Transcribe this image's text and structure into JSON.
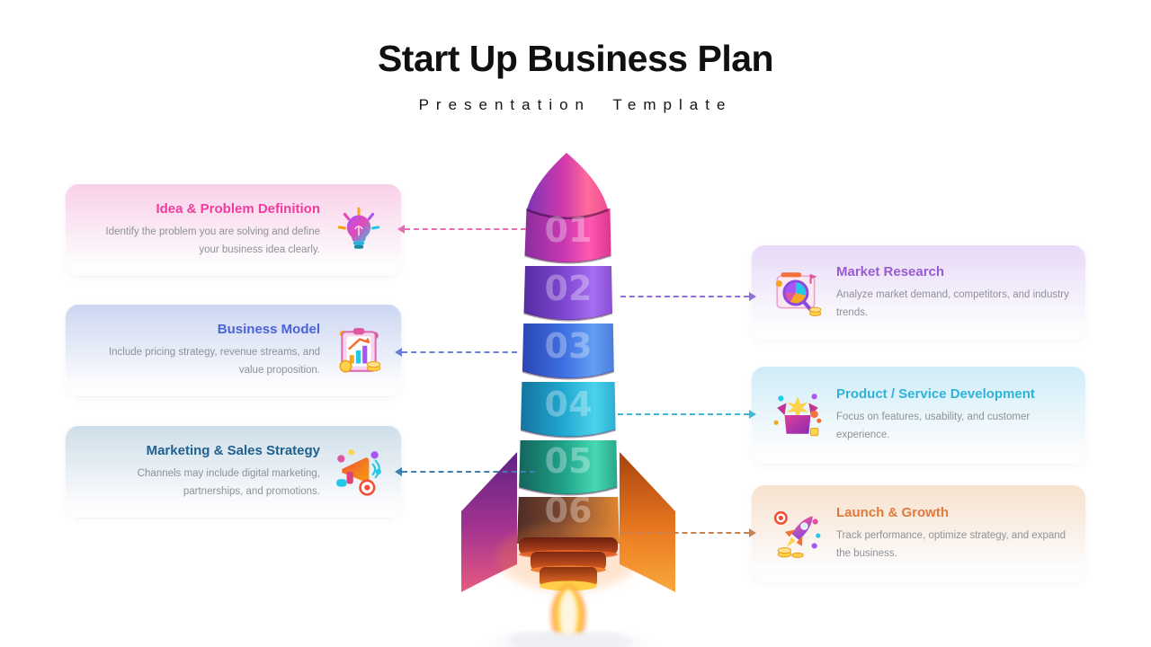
{
  "header": {
    "title": "Start Up Business Plan",
    "subtitle": "Presentation Template"
  },
  "left_cards": [
    {
      "step": "01",
      "title": "Idea & Problem Definition",
      "description": "Identify the problem you are solving and define your business idea clearly.",
      "accent": "#f03c9e",
      "bg_top": "#f9d0e9",
      "line_color": "#e86ab0",
      "icon": "lightbulb-icon"
    },
    {
      "step": "03",
      "title": "Business Model",
      "description": "Include pricing strategy, revenue streams, and value proposition.",
      "accent": "#4a63d8",
      "bg_top": "#ccd6f2",
      "line_color": "#6a7fd8",
      "icon": "clipboard-chart-icon"
    },
    {
      "step": "05",
      "title": "Marketing & Sales Strategy",
      "description": "Channels may include digital marketing, partnerships, and promotions.",
      "accent": "#20618f",
      "bg_top": "#cedee9",
      "line_color": "#3f7fae",
      "icon": "megaphone-icon"
    }
  ],
  "right_cards": [
    {
      "step": "02",
      "title": "Market Research",
      "description": "Analyze market demand, competitors, and industry trends.",
      "accent": "#9a5ad2",
      "bg_top": "#e7daf7",
      "line_color": "#8f6fd8",
      "icon": "magnifier-chart-icon"
    },
    {
      "step": "04",
      "title": "Product / Service Development",
      "description": "Focus on features, usability, and customer experience.",
      "accent": "#2eb3da",
      "bg_top": "#cfecf7",
      "line_color": "#3fb8d8",
      "icon": "giftbox-icon"
    },
    {
      "step": "06",
      "title": "Launch & Growth",
      "description": "Track performance, optimize strategy, and expand the business.",
      "accent": "#df7a3a",
      "bg_top": "#f7e1ce",
      "line_color": "#c8824f",
      "icon": "rocket-icon"
    }
  ],
  "rocket": {
    "numbers": [
      "01",
      "02",
      "03",
      "04",
      "05",
      "06"
    ],
    "segment_colors": [
      "#dd3692",
      "#8a50d2",
      "#4a7cda",
      "#2cb0d2",
      "#28a98c",
      "#b06a36"
    ],
    "nose_color": "#cf39ab",
    "fin_left_color": "#a43390",
    "fin_right_color": "#e87820",
    "flame_colors": [
      "#fff6e2",
      "#ffd24a",
      "#ff9d3a"
    ]
  }
}
